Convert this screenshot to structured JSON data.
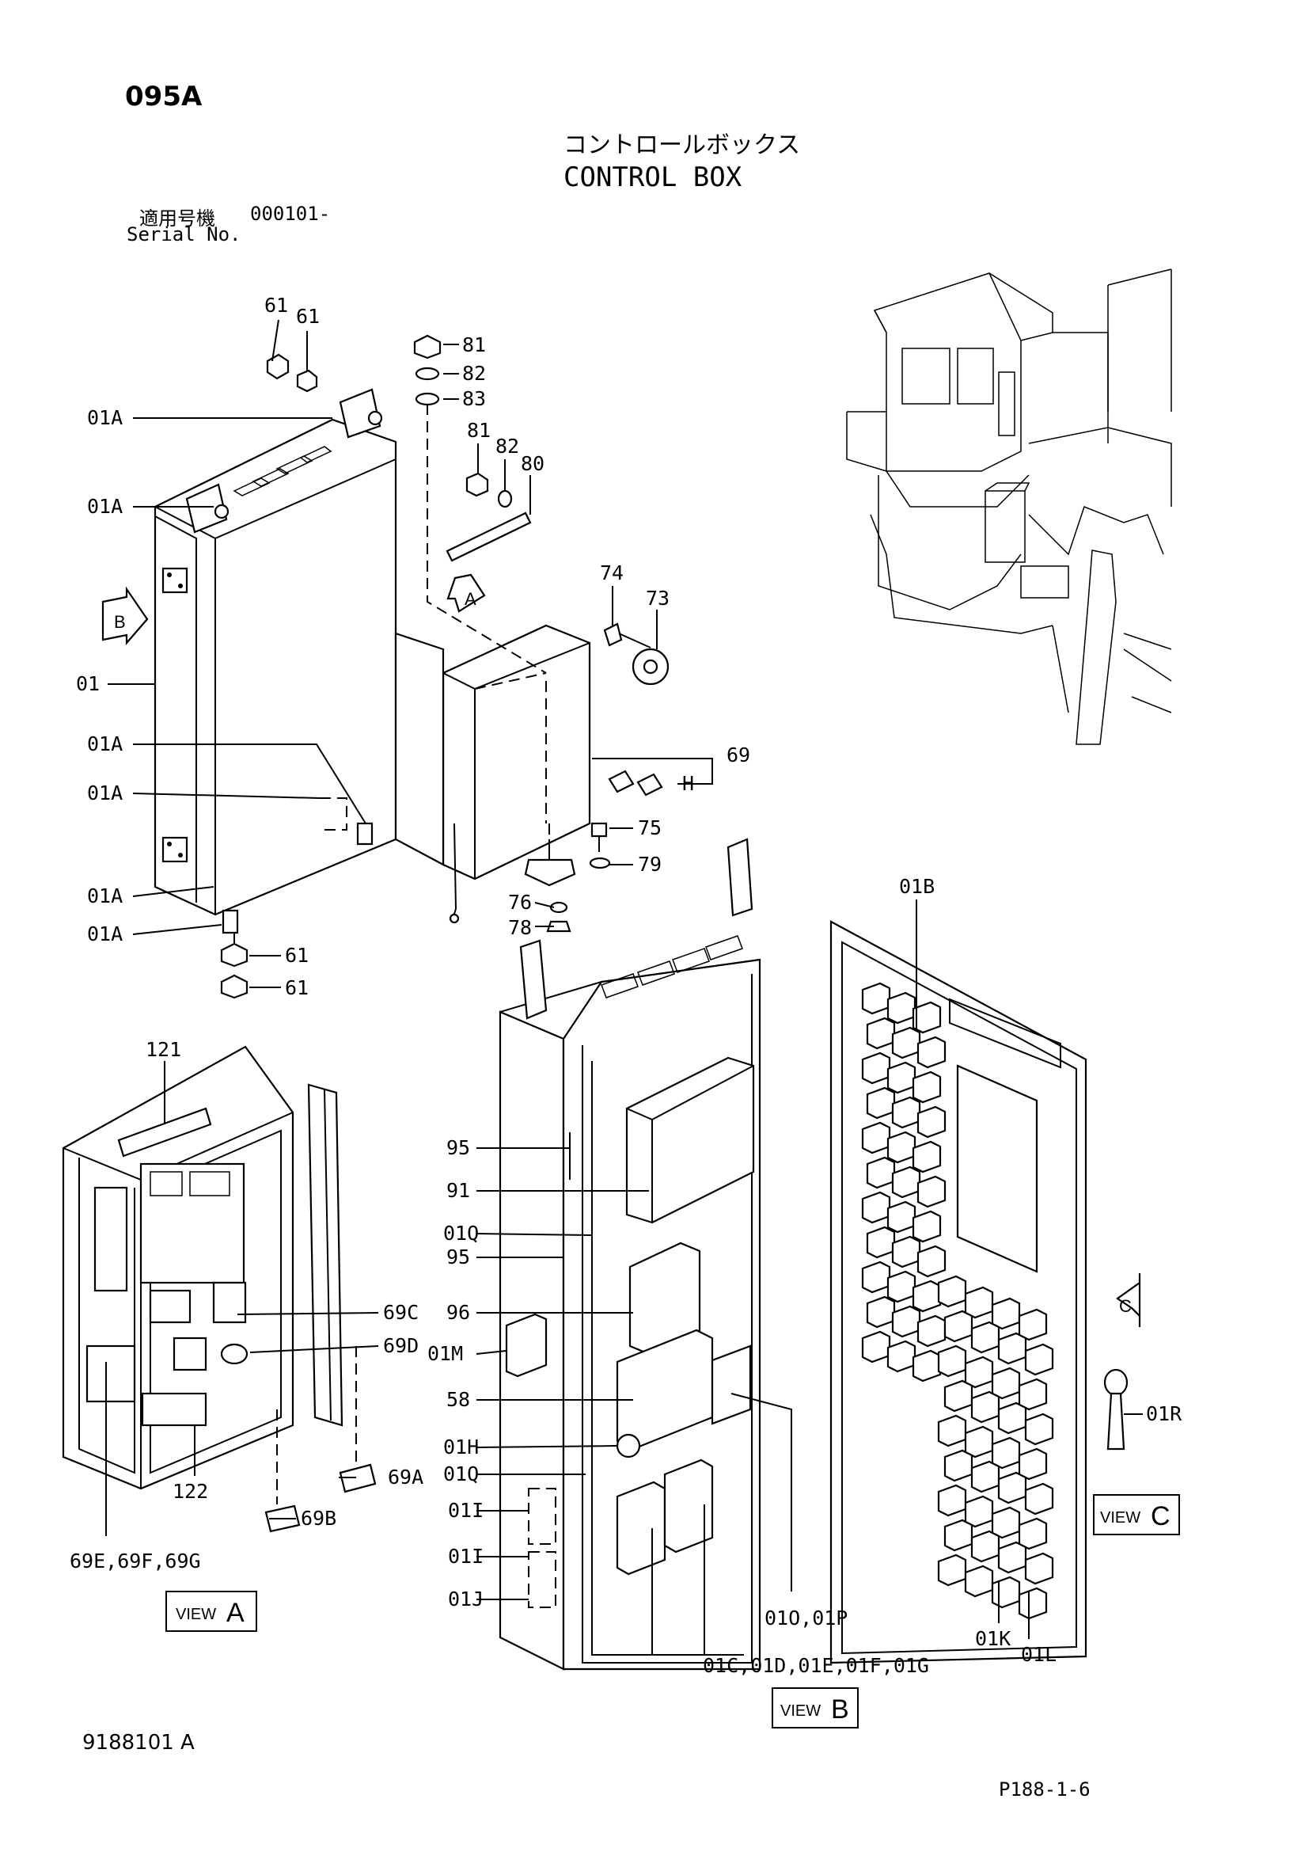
{
  "header": {
    "section_code": "095A",
    "title_jp": "コントロールボックス",
    "title_en": "CONTROL BOX",
    "serial_label_jp": "適用号機",
    "serial_number": "000101-",
    "serial_label_en": "Serial No."
  },
  "footer": {
    "document_number": "9188101 A",
    "page_reference": "P188-1-6"
  },
  "views": {
    "a": {
      "prefix": "VIEW",
      "letter": "A"
    },
    "b": {
      "prefix": "VIEW",
      "letter": "B"
    },
    "c": {
      "prefix": "VIEW",
      "letter": "C"
    }
  },
  "direction_arrows": {
    "a": "A",
    "b": "B",
    "c": "C"
  },
  "part_labels": {
    "p61a": "61",
    "p61b": "61",
    "p61c": "61",
    "p61d": "61",
    "p81a": "81",
    "p82a": "82",
    "p83": "83",
    "p81b": "81",
    "p82b": "82",
    "p80": "80",
    "p74": "74",
    "p73": "73",
    "p69": "69",
    "p69h": "H",
    "p75": "75",
    "p79": "79",
    "p76": "76",
    "p78": "78",
    "p01": "01",
    "p01a1": "01A",
    "p01a2": "01A",
    "p01a3": "01A",
    "p01a4": "01A",
    "p01a5": "01A",
    "p01a6": "01A",
    "p01b": "01B",
    "p121": "121",
    "p69c": "69C",
    "p69d": "69D",
    "p122": "122",
    "p69a": "69A",
    "p69b": "69B",
    "p69efg": "69E,69F,69G",
    "p95a": "95",
    "p91": "91",
    "p01q1": "01Q",
    "p95b": "95",
    "p96": "96",
    "p01m": "01M",
    "p58": "58",
    "p01h": "01H",
    "p01q2": "01Q",
    "p01i1": "01I",
    "p01i2": "01I",
    "p01j": "01J",
    "p01op": "01O,01P",
    "p01cg": "01C,01D,01E,01F,01G",
    "p01k": "01K",
    "p01l": "01L",
    "p01r": "01R"
  }
}
